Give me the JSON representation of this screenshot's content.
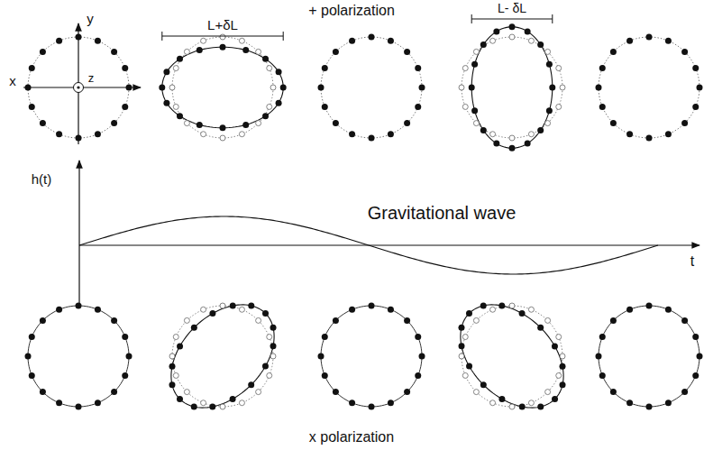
{
  "diagram": {
    "labels": [
      "+ polarization",
      "L+δL",
      "L- δL",
      "y",
      "x",
      "z",
      "h(t)",
      "Gravitational wave",
      "t",
      "x polarization"
    ]
  }
}
